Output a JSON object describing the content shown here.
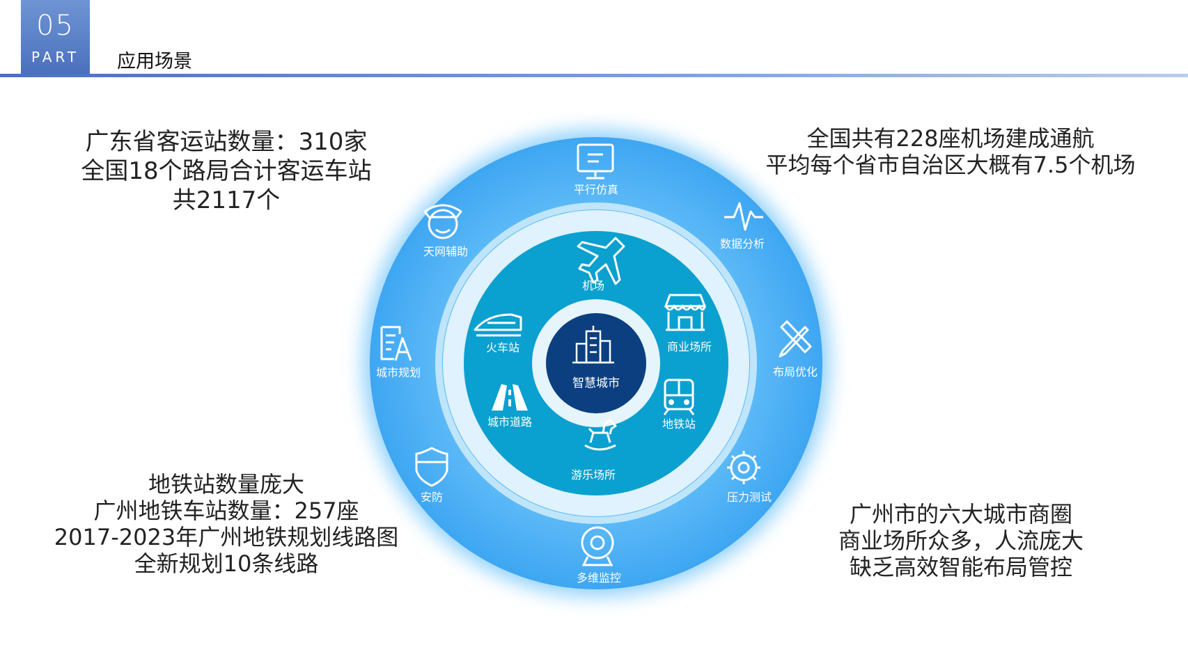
{
  "header": {
    "number": "05",
    "part": "PART",
    "title": "应用场景"
  },
  "text_blocks": {
    "top_left": [
      "广东省客运站数量：310家",
      "全国18个路局合计客运车站",
      "共2117个"
    ],
    "top_right": [
      "全国共有228座机场建成通航",
      "平均每个省市自治区大概有7.5个机场"
    ],
    "bottom_left": [
      "地铁站数量庞大",
      "广州地铁车站数量：257座",
      "2017-2023年广州地铁规划线路图",
      "全新规划10条线路"
    ],
    "bottom_right": [
      "广州市的六大城市商圈",
      "商业场所众多，人流庞大",
      "缺乏高效智能布局管控"
    ]
  },
  "diagram": {
    "center": {
      "label": "智慧城市",
      "icon": "buildings-icon"
    },
    "inner_ring": [
      {
        "label": "机场",
        "icon": "airplane-icon"
      },
      {
        "label": "商业场所",
        "icon": "storefront-icon"
      },
      {
        "label": "地铁站",
        "icon": "metro-train-icon"
      },
      {
        "label": "游乐场所",
        "icon": "rocking-horse-icon"
      },
      {
        "label": "城市道路",
        "icon": "road-icon"
      },
      {
        "label": "火车站",
        "icon": "high-speed-train-icon"
      }
    ],
    "outer_ring": [
      {
        "label": "平行仿真",
        "icon": "monitor-icon"
      },
      {
        "label": "数据分析",
        "icon": "pulse-icon"
      },
      {
        "label": "布局优化",
        "icon": "pencil-ruler-icon"
      },
      {
        "label": "压力测试",
        "icon": "gear-icon"
      },
      {
        "label": "多维监控",
        "icon": "camera-icon"
      },
      {
        "label": "安防",
        "icon": "shield-icon"
      },
      {
        "label": "城市规划",
        "icon": "blueprint-icon"
      },
      {
        "label": "天网辅助",
        "icon": "officer-icon"
      }
    ],
    "colors": {
      "outer": "#4fb0f5",
      "inner": "#0aa0cf",
      "center": "#0b3f80",
      "gap": "#eaf6fd"
    }
  }
}
